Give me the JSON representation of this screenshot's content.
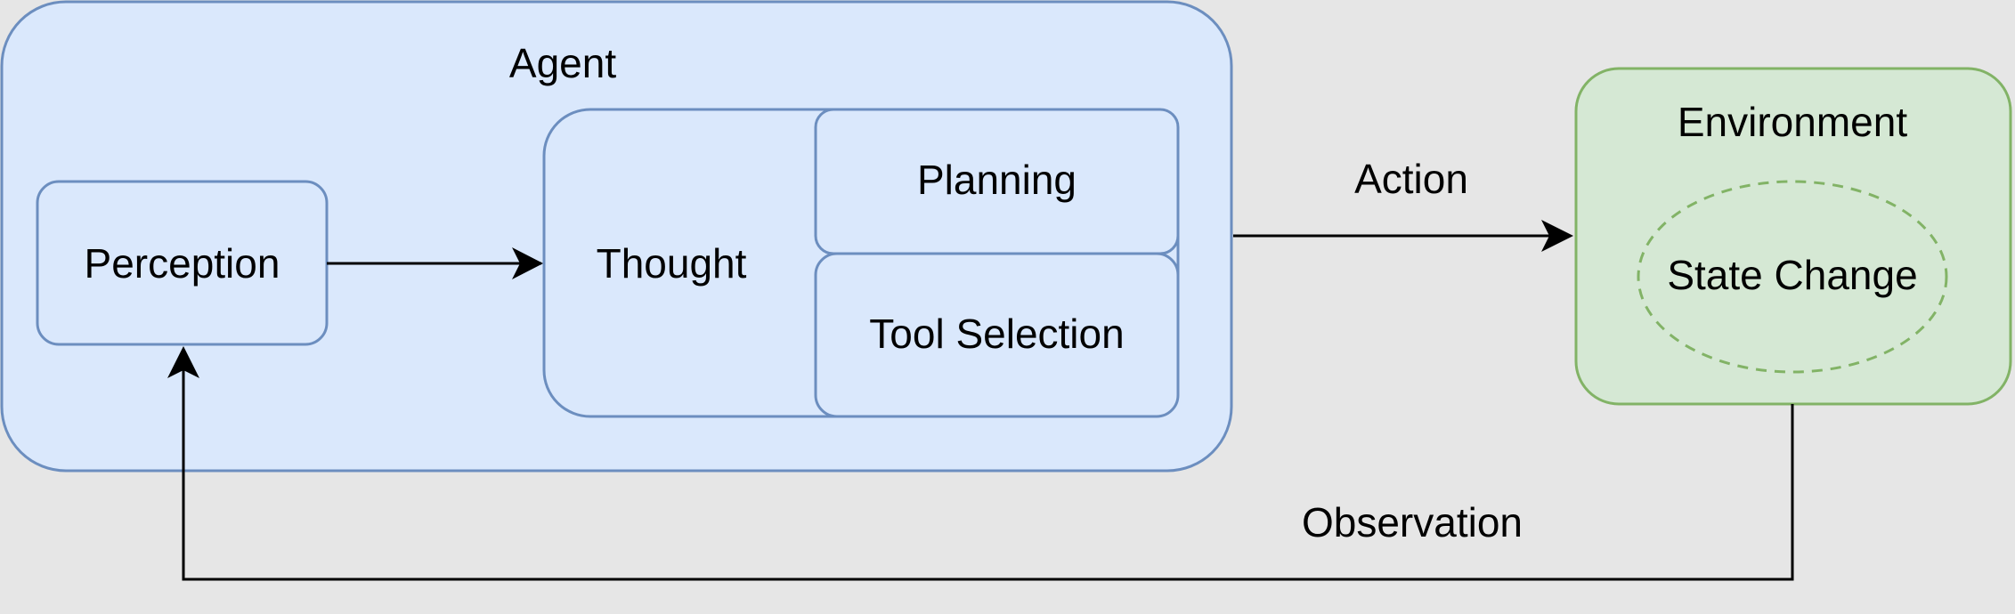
{
  "diagram": {
    "agent": {
      "label": "Agent"
    },
    "perception": {
      "label": "Perception"
    },
    "thought": {
      "label": "Thought"
    },
    "planning": {
      "label": "Planning"
    },
    "tool_selection": {
      "label": "Tool Selection"
    },
    "environment": {
      "label": "Environment"
    },
    "state_change": {
      "label": "State Change"
    },
    "edges": {
      "action": {
        "label": "Action"
      },
      "observation": {
        "label": "Observation"
      }
    }
  },
  "colors": {
    "background": "#e6e6e6",
    "agent_fill": "#dae8fc",
    "agent_stroke": "#6c8ebf",
    "environment_fill": "#d5e8d4",
    "environment_stroke": "#82b366",
    "edge": "#000000"
  }
}
